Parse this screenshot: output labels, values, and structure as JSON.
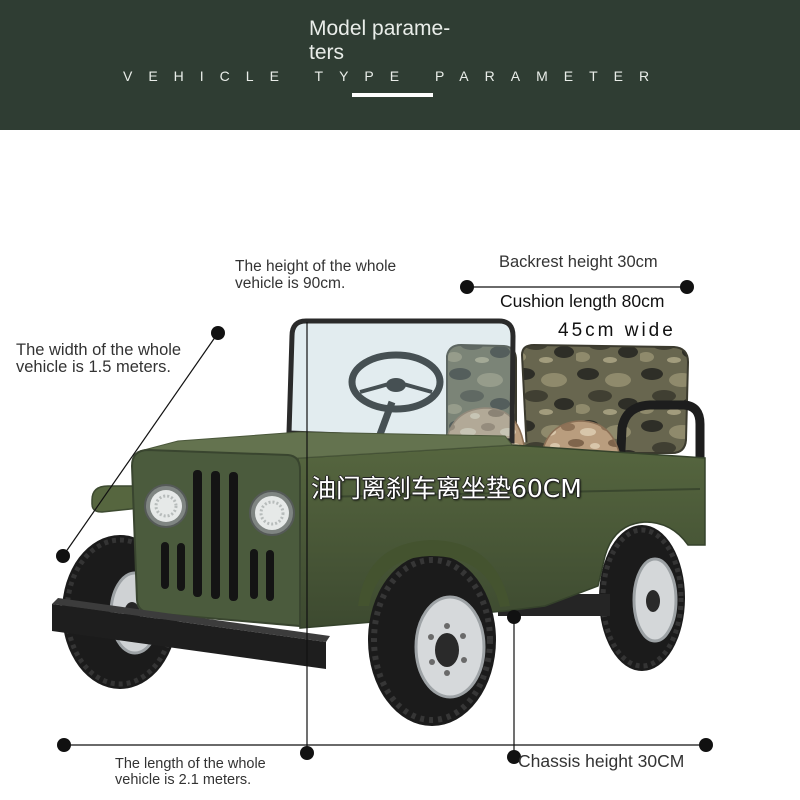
{
  "header": {
    "title_line1": "Model parame-",
    "title_line2": "ters",
    "subtitle": "VEHICLE TYPE PARAMETER"
  },
  "annotations": {
    "overall_height": {
      "line1": "The height of the whole",
      "line2": "vehicle is 90cm."
    },
    "backrest_height": "Backrest height 30cm",
    "cushion_length": "Cushion length 80cm",
    "seat_width": "45cm wide",
    "overall_width": {
      "line1": "The width of the whole",
      "line2": "vehicle is 1.5 meters."
    },
    "pedal_to_cushion": "油门离刹车离坐垫60CM",
    "overall_length": {
      "line1": "The length of the whole",
      "line2": "vehicle is 2.1 meters."
    },
    "chassis_height": "Chassis height 30CM"
  },
  "colors": {
    "header_bg": "#2f3d33",
    "header_text": "#e9ede9",
    "accent_bar": "#ffffff",
    "annotation_text": "#333333",
    "marker": "#111111",
    "overlay_text": "#ffffff"
  }
}
